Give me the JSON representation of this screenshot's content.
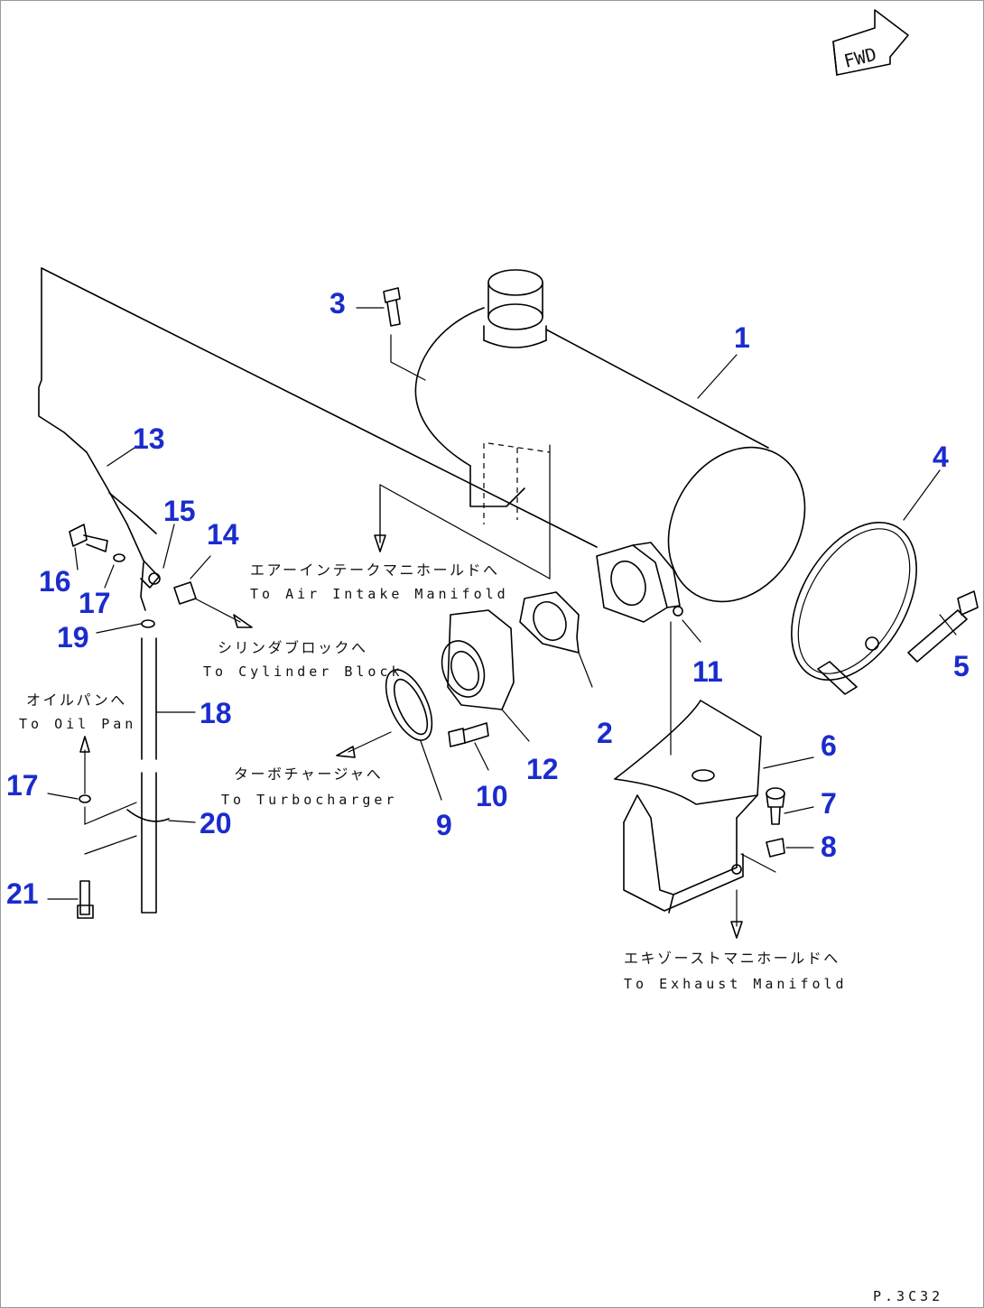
{
  "callouts": [
    {
      "id": "c1",
      "label": "1"
    },
    {
      "id": "c2",
      "label": "2"
    },
    {
      "id": "c3",
      "label": "3"
    },
    {
      "id": "c4",
      "label": "4"
    },
    {
      "id": "c5",
      "label": "5"
    },
    {
      "id": "c6",
      "label": "6"
    },
    {
      "id": "c7",
      "label": "7"
    },
    {
      "id": "c8",
      "label": "8"
    },
    {
      "id": "c9",
      "label": "9"
    },
    {
      "id": "c10",
      "label": "10"
    },
    {
      "id": "c11",
      "label": "11"
    },
    {
      "id": "c12",
      "label": "12"
    },
    {
      "id": "c13",
      "label": "13"
    },
    {
      "id": "c14",
      "label": "14"
    },
    {
      "id": "c15",
      "label": "15"
    },
    {
      "id": "c16",
      "label": "16"
    },
    {
      "id": "c17a",
      "label": "17"
    },
    {
      "id": "c17b",
      "label": "17"
    },
    {
      "id": "c18",
      "label": "18"
    },
    {
      "id": "c19",
      "label": "19"
    },
    {
      "id": "c20",
      "label": "20"
    },
    {
      "id": "c21",
      "label": "21"
    }
  ],
  "notes": {
    "air_intake_jp": "エアーインテークマニホールドへ",
    "air_intake_en": "To Air Intake Manifold",
    "cylinder_jp": "シリンダブロックへ",
    "cylinder_en": "To Cylinder Block",
    "oil_pan_jp": "オイルパンへ",
    "oil_pan_en": "To Oil Pan",
    "turbo_jp": "ターボチャージャへ",
    "turbo_en": "To Turbocharger",
    "exhaust_jp": "エキゾーストマニホールドへ",
    "exhaust_en": "To Exhaust Manifold"
  },
  "fwd_label": "FWD",
  "figure_ref": "P.3C32"
}
